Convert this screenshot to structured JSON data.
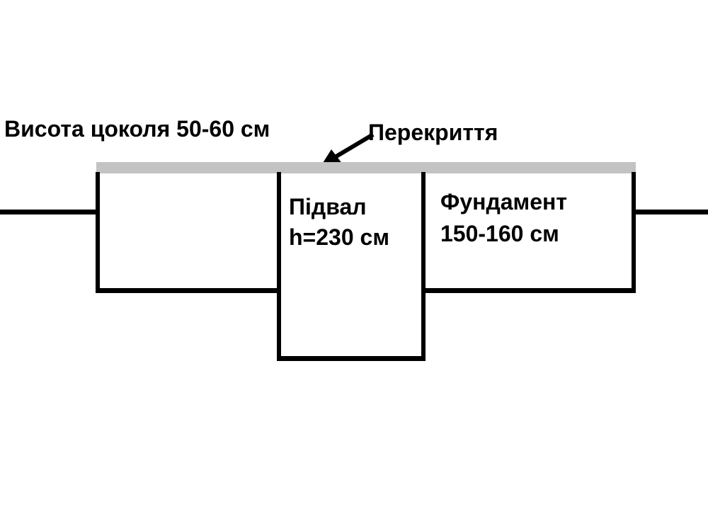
{
  "diagram": {
    "plinth_label": "Висота цоколя 50-60 см",
    "ceiling_label": "Перекриття",
    "basement": {
      "line1": "Підвал",
      "line2": "h=230 см"
    },
    "foundation": {
      "line1": "Фундамент",
      "line2": "150-160 см"
    }
  },
  "colors": {
    "background": "#ffffff",
    "line": "#000000",
    "slab": "#c3c3c3",
    "text": "#000000"
  }
}
